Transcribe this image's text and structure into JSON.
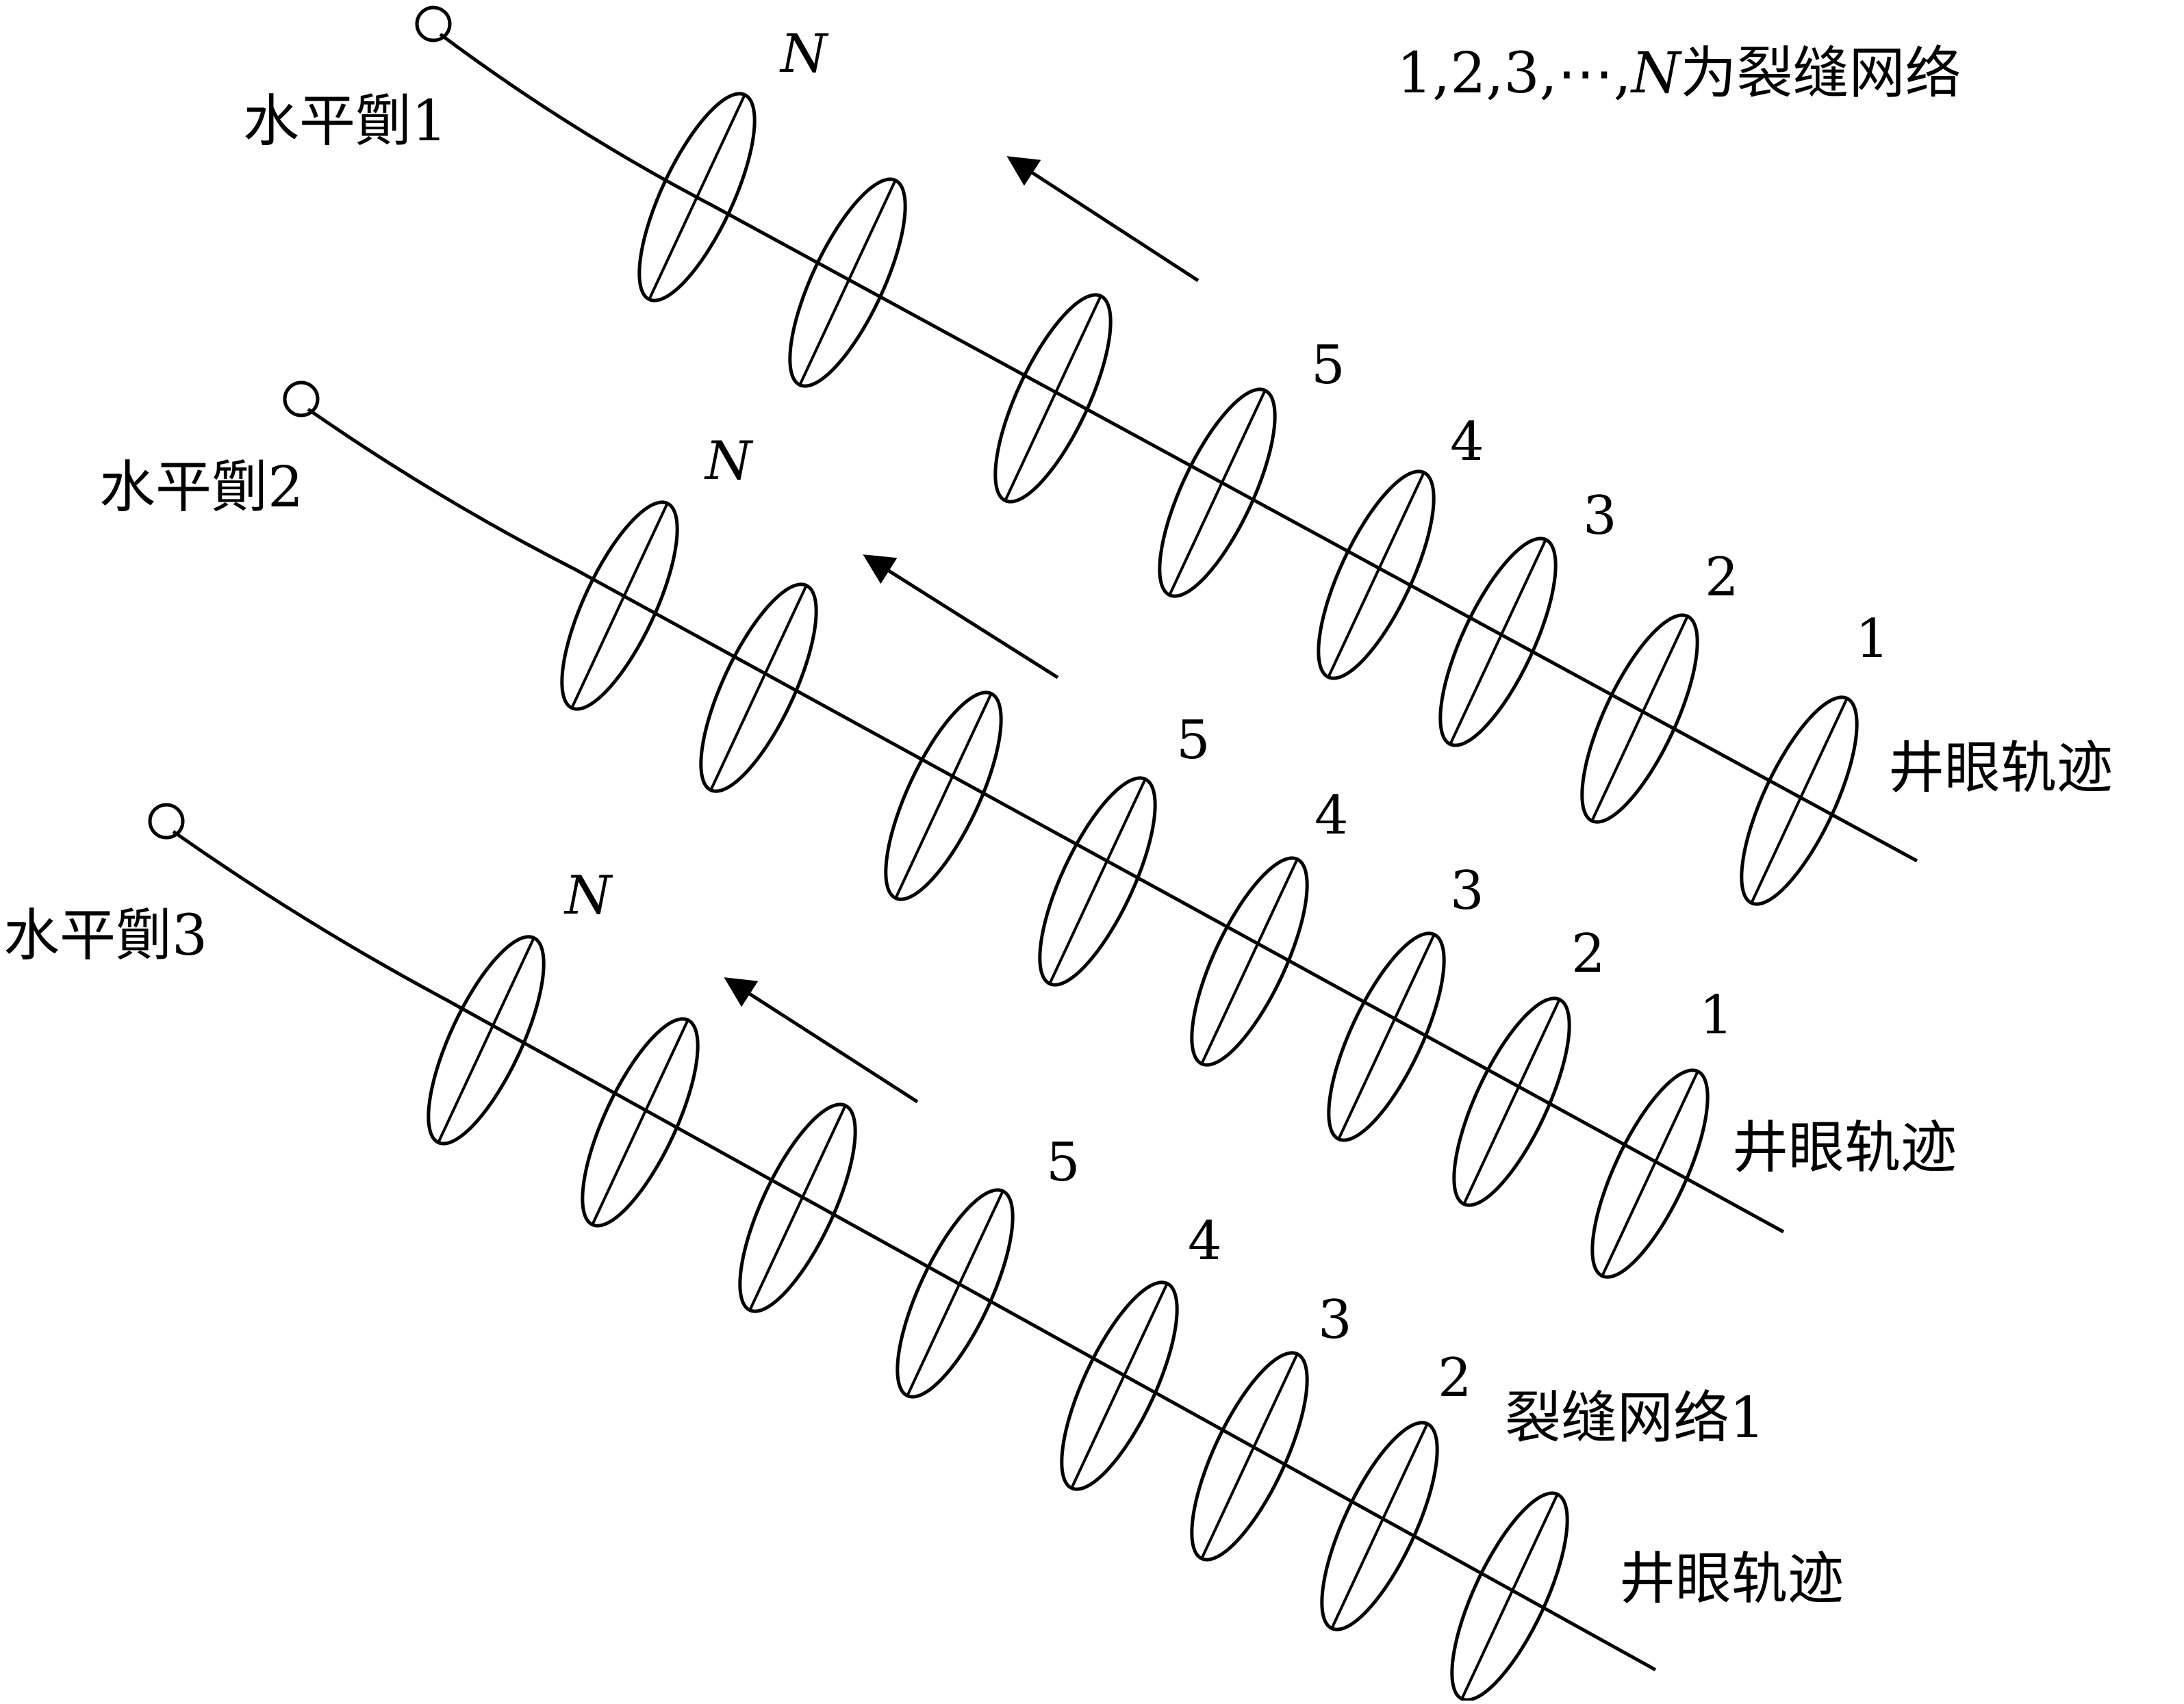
{
  "legend": {
    "prefix": "1,2,3,⋯,",
    "n": "N",
    "suffix": "为裂缝网络"
  },
  "wells": [
    {
      "label": "水平劕1",
      "trajectory_label": "井眼轨迹",
      "fracture_labels": [
        "N",
        "5",
        "4",
        "3",
        "2",
        "1"
      ]
    },
    {
      "label": "水平劕2",
      "trajectory_label": "井眼轨迹",
      "fracture_labels": [
        "N",
        "5",
        "4",
        "3",
        "2",
        "1"
      ]
    },
    {
      "label": "水平劕3",
      "trajectory_label": "井眼轨迹",
      "fracture_labels": [
        "N",
        "5",
        "4",
        "3",
        "2"
      ],
      "network_label": "裂缝网络1"
    }
  ]
}
